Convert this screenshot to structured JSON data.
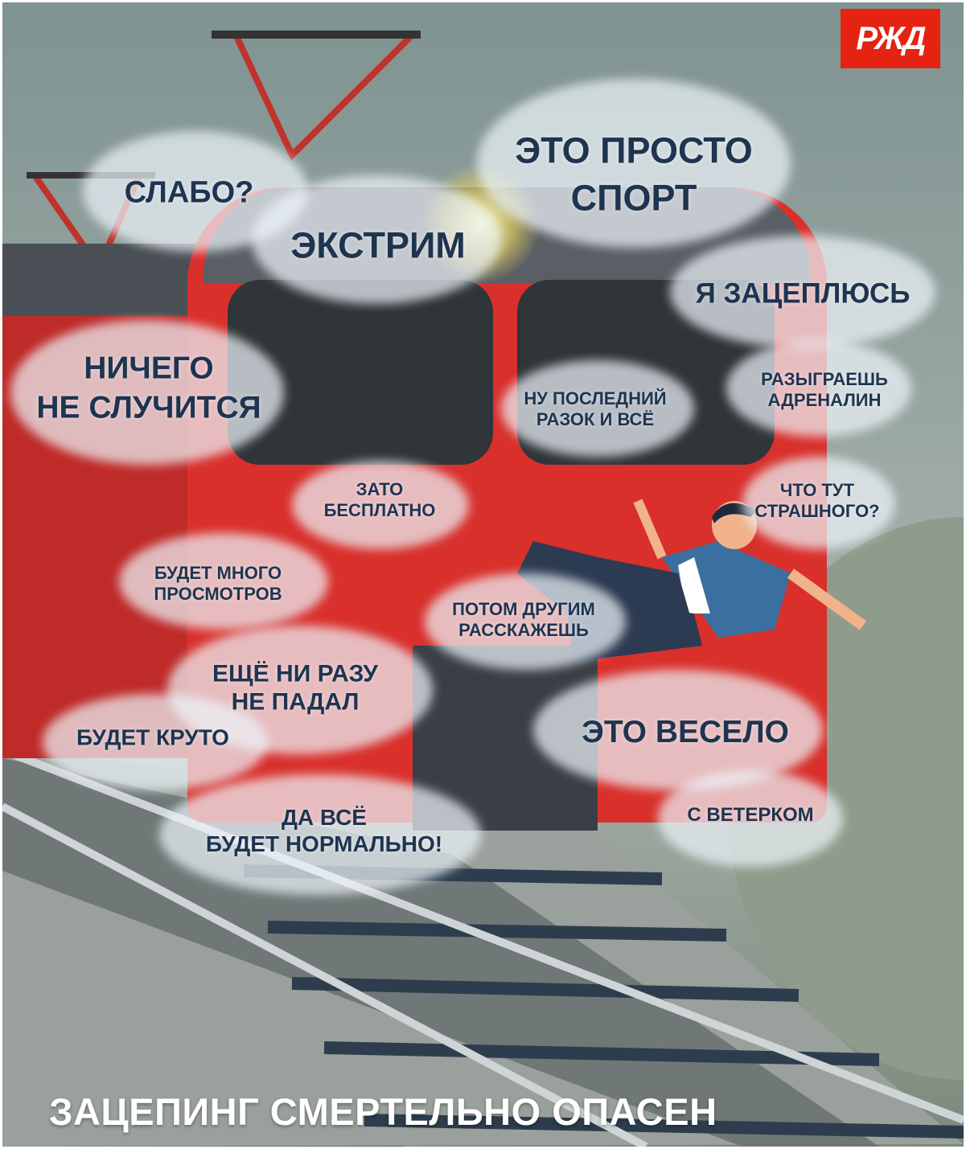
{
  "logo": {
    "text": "РЖД",
    "color": "#e42313"
  },
  "clouds": [
    {
      "lines": [
        "СЛАБО?"
      ]
    },
    {
      "lines": [
        "ЭКСТРИМ"
      ]
    },
    {
      "lines": [
        "ЭТО ПРОСТО",
        "СПОРТ"
      ]
    },
    {
      "lines": [
        "Я ЗАЦЕПЛЮСЬ"
      ]
    },
    {
      "lines": [
        "НИЧЕГО",
        "НЕ СЛУЧИТСЯ"
      ]
    },
    {
      "lines": [
        "НУ ПОСЛЕДНИЙ",
        "РАЗОК И ВСЁ"
      ]
    },
    {
      "lines": [
        "РАЗЫГРАЕШЬ",
        "АДРЕНАЛИН"
      ]
    },
    {
      "lines": [
        "ЗАТО",
        "БЕСПЛАТНО"
      ]
    },
    {
      "lines": [
        "ЧТО ТУТ",
        "СТРАШНОГО?"
      ]
    },
    {
      "lines": [
        "БУДЕТ МНОГО",
        "ПРОСМОТРОВ"
      ]
    },
    {
      "lines": [
        "ПОТОМ ДРУГИМ",
        "РАССКАЖЕШЬ"
      ]
    },
    {
      "lines": [
        "ЕЩЁ НИ РАЗУ",
        "НЕ ПАДАЛ"
      ]
    },
    {
      "lines": [
        "БУДЕТ КРУТО"
      ]
    },
    {
      "lines": [
        "ЭТО ВЕСЕЛО"
      ]
    },
    {
      "lines": [
        "С ВЕТЕРКОМ"
      ]
    },
    {
      "lines": [
        "ДА ВСЁ",
        "БУДЕТ НОРМАЛЬНО!"
      ]
    }
  ],
  "slogan": "ЗАЦЕПИНГ СМЕРТЕЛЬНО ОПАСЕН",
  "colors": {
    "train": "#d9302c",
    "text": "#1e3450"
  }
}
